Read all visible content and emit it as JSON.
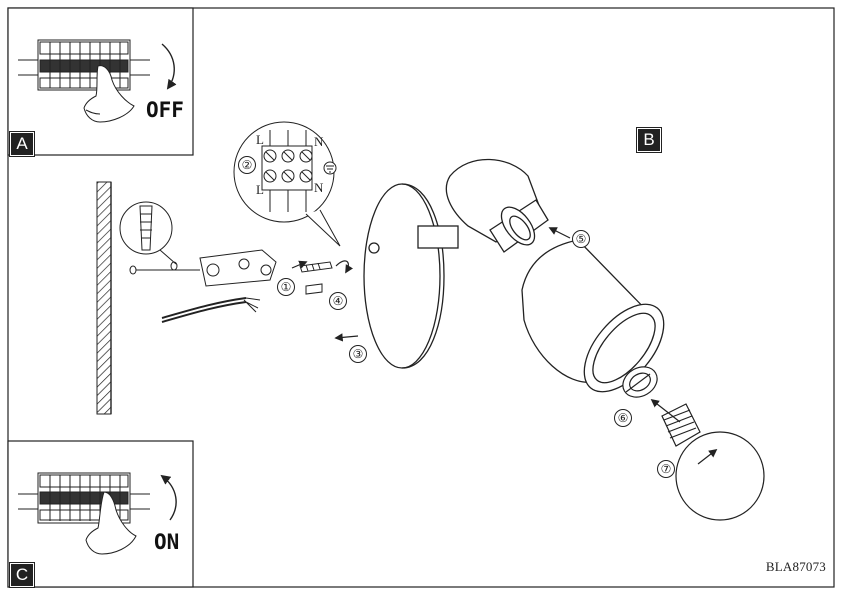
{
  "document_code": "BLA87073",
  "panels": {
    "a": {
      "tag": "A",
      "switch_label": "OFF"
    },
    "b": {
      "tag": "B"
    },
    "c": {
      "tag": "C",
      "switch_label": "ON"
    }
  },
  "steps": [
    "①",
    "②",
    "③",
    "④",
    "⑤",
    "⑥",
    "⑦"
  ],
  "terminal_labels": {
    "top_left": "L",
    "top_right": "N",
    "bottom_left": "L",
    "bottom_right": "N"
  },
  "colors": {
    "line": "#222222",
    "fill": "#ffffff",
    "tag_bg": "#222222"
  }
}
